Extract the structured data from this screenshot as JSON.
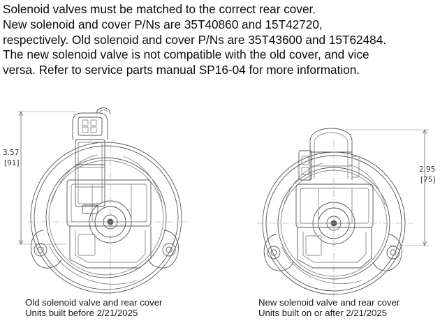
{
  "notice": {
    "lines": [
      "Solenoid valves must be matched to the correct rear cover.",
      "New solenoid and cover P/Ns are 35T40860 and 15T42720,",
      "respectively. Old solenoid and cover P/Ns are 35T43600 and 15T62484.",
      "The new solenoid valve is not compatible with the old cover, and vice",
      "versa. Refer to service parts manual SP16-04 for more information."
    ]
  },
  "old_unit": {
    "dim_in": "3.57",
    "dim_mm": "[91]",
    "caption_line1": "Old solenoid valve and rear cover",
    "caption_line2": "Units built before 2/21/2025"
  },
  "new_unit": {
    "dim_in": "2.95",
    "dim_mm": "[75]",
    "caption_line1": "New solenoid valve and rear cover",
    "caption_line2": "Units built on or after 2/21/2025"
  }
}
